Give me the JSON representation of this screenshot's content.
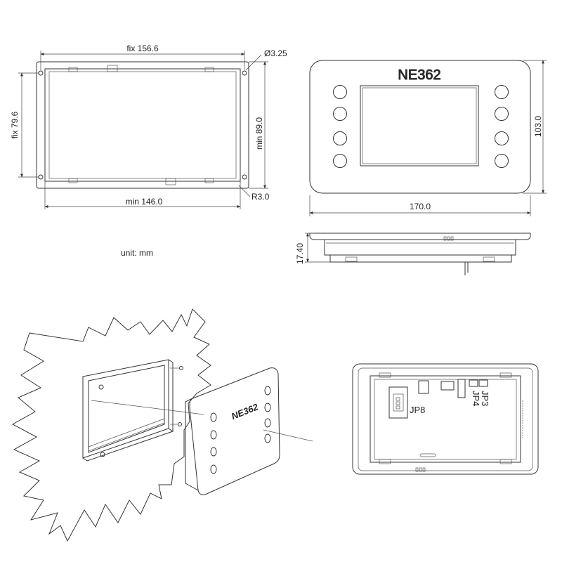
{
  "cutout_view": {
    "width_label": "fix 156.6",
    "height_label": "fix  79.6",
    "min_height_label": "min  89.0",
    "min_width_label": "min  146.0",
    "hole_label": "Ø3.25",
    "radius_label": "R3.0"
  },
  "unit_label": "unit: mm",
  "front_view": {
    "model": "NE362",
    "width_label": "170.0",
    "height_label": "103.0"
  },
  "side_view": {
    "depth_label": "17.40"
  },
  "assembly_view": {
    "model": "NE362"
  },
  "back_view": {
    "connector_labels": [
      "JP8",
      "JP3",
      "JP4"
    ]
  },
  "colors": {
    "line": "#333333",
    "background": "#ffffff"
  }
}
